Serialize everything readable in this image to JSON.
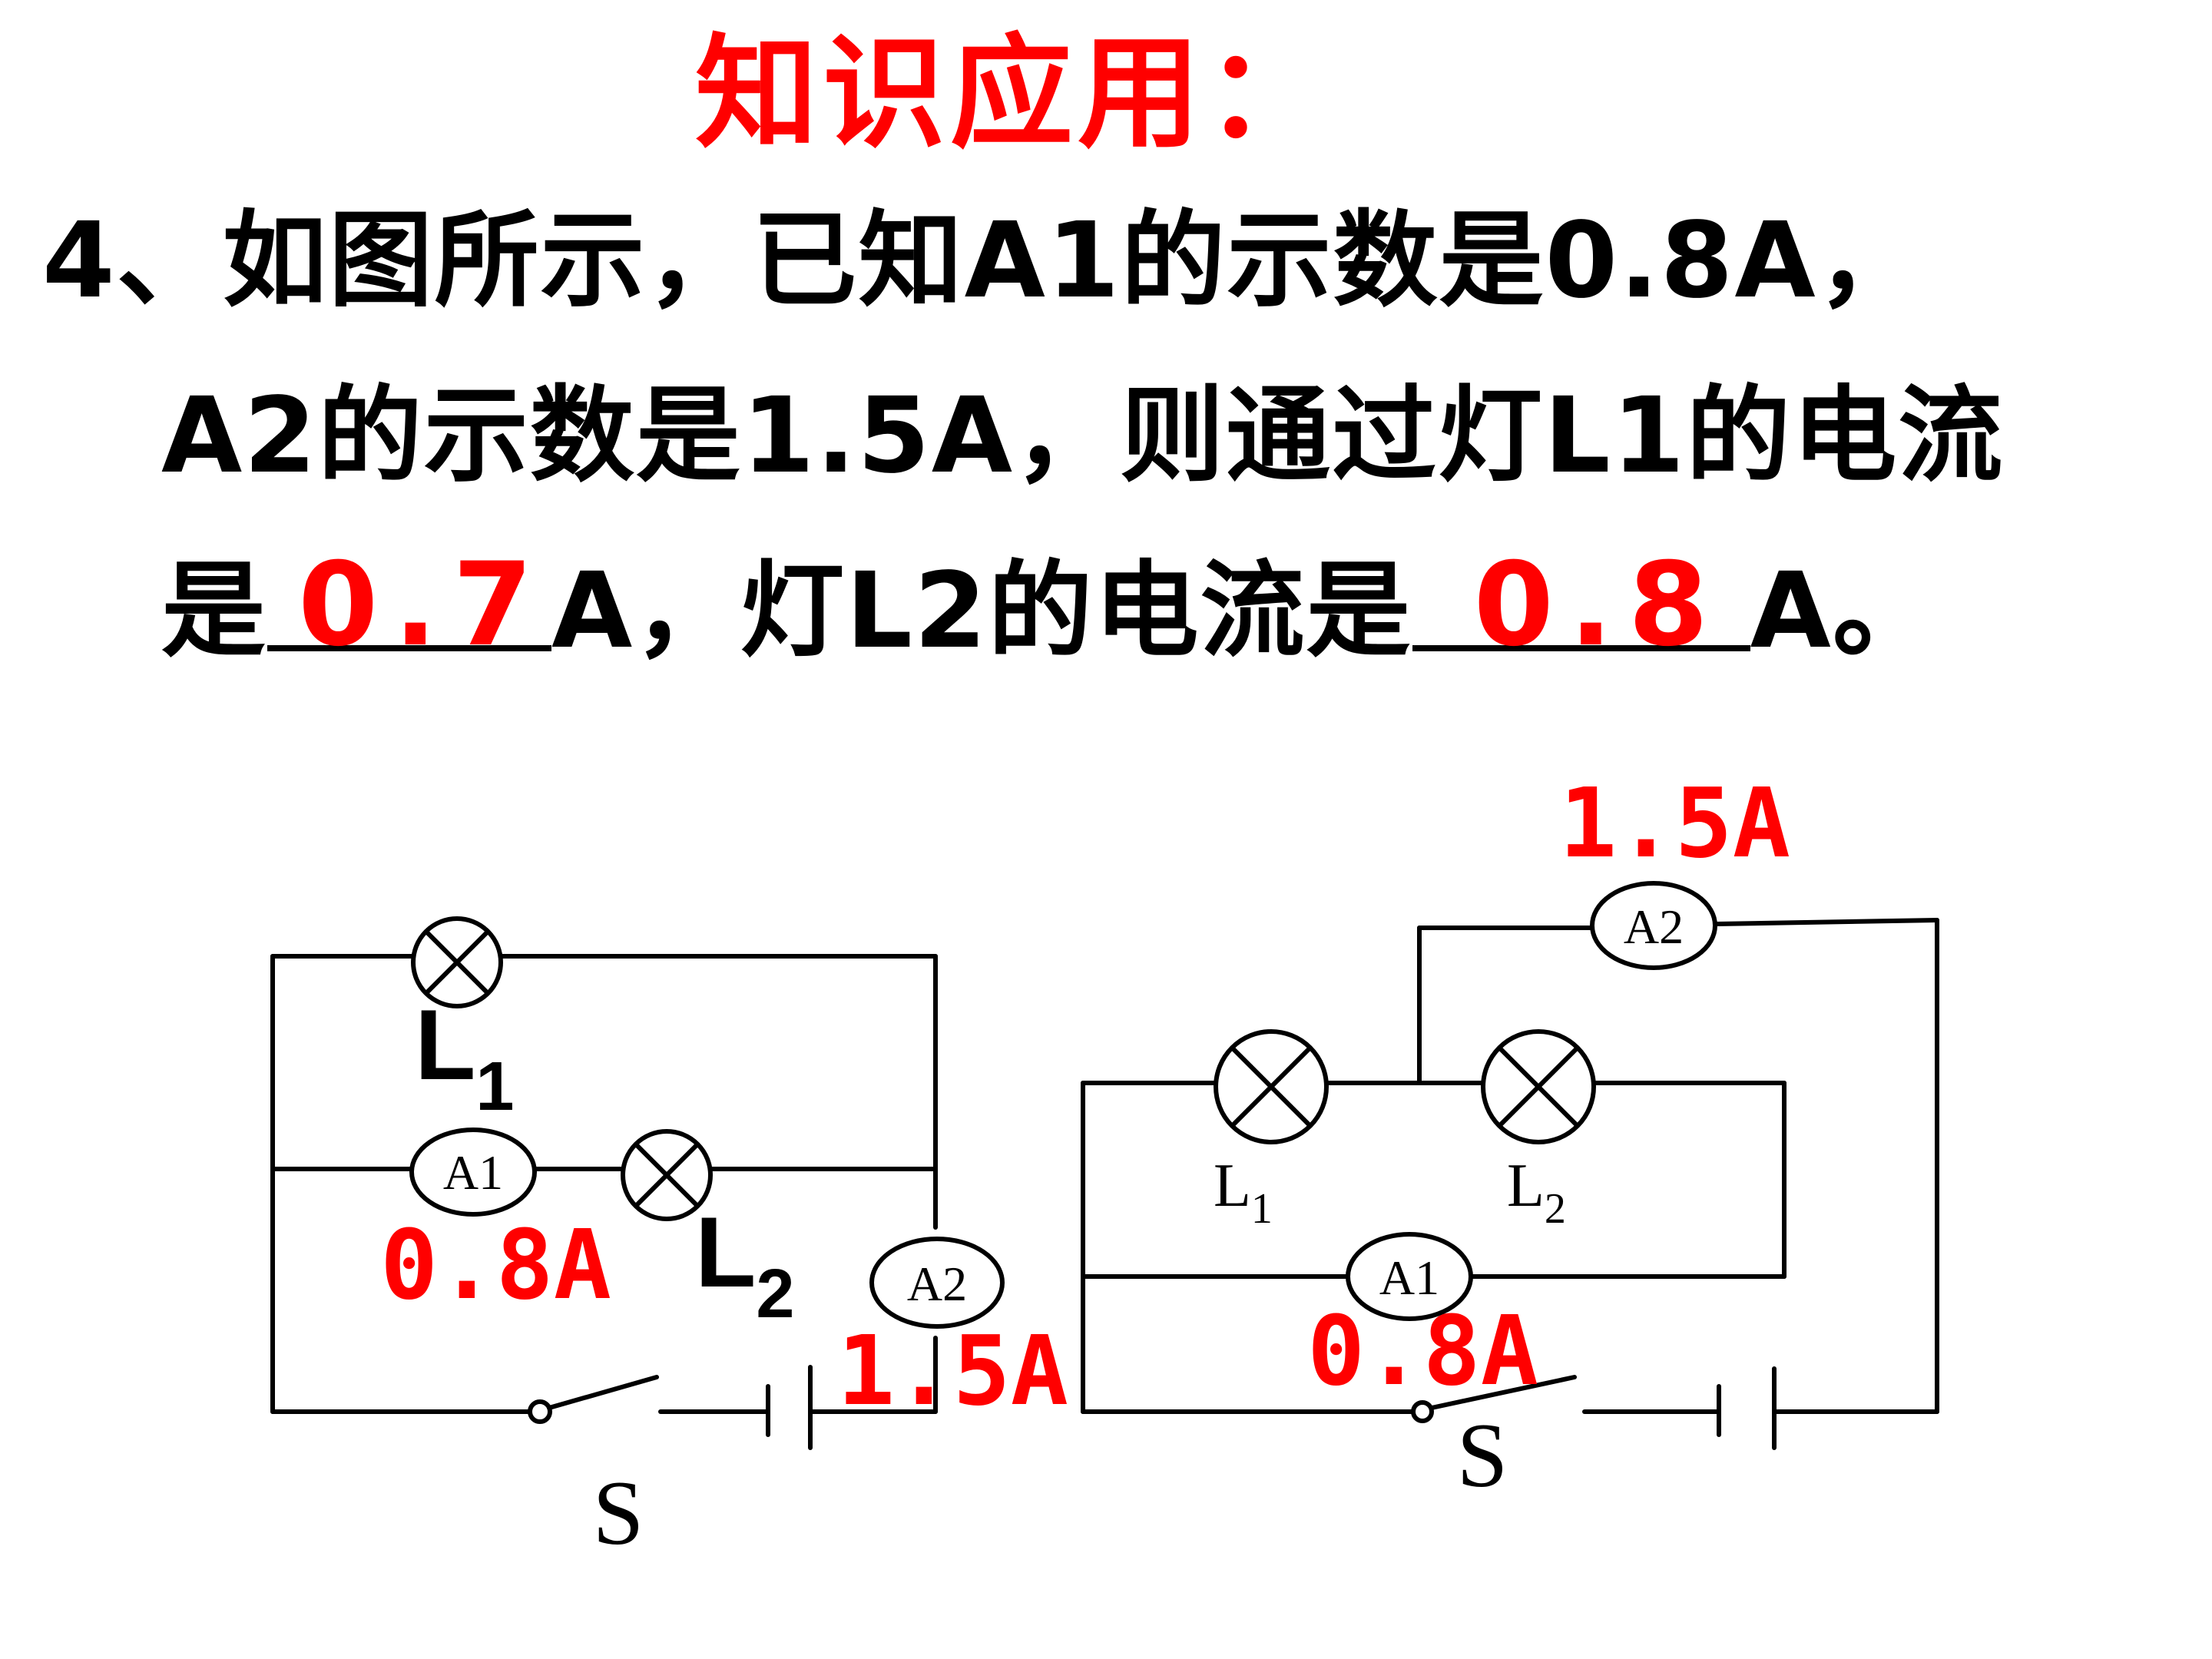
{
  "title": "知识应用：",
  "question": {
    "line1": "4、如图所示，已知A1的示数是0.8A，",
    "line2": "A2的示数是1.5A，则通过灯L1的电流",
    "line3_pre": "是",
    "answer1": "0.7",
    "line3_mid": "A，灯L2的电流是",
    "answer2": "0.8",
    "line3_post": "A。"
  },
  "left_circuit": {
    "lamp1_label": "L",
    "lamp1_sub": "1",
    "lamp2_label": "L",
    "lamp2_sub": "2",
    "ammeter1": "A1",
    "ammeter2": "A2",
    "a1_reading": "0.8A",
    "a2_reading": "1.5A",
    "switch_label": "S"
  },
  "right_circuit": {
    "lamp1_label": "L",
    "lamp1_sub": "1",
    "lamp2_label": "L",
    "lamp2_sub": "2",
    "ammeter1": "A1",
    "ammeter2": "A2",
    "a1_reading": "0.8A",
    "a2_reading": "1.5A",
    "switch_label": "S"
  },
  "colors": {
    "answer": "#ff0000",
    "text": "#000000"
  }
}
